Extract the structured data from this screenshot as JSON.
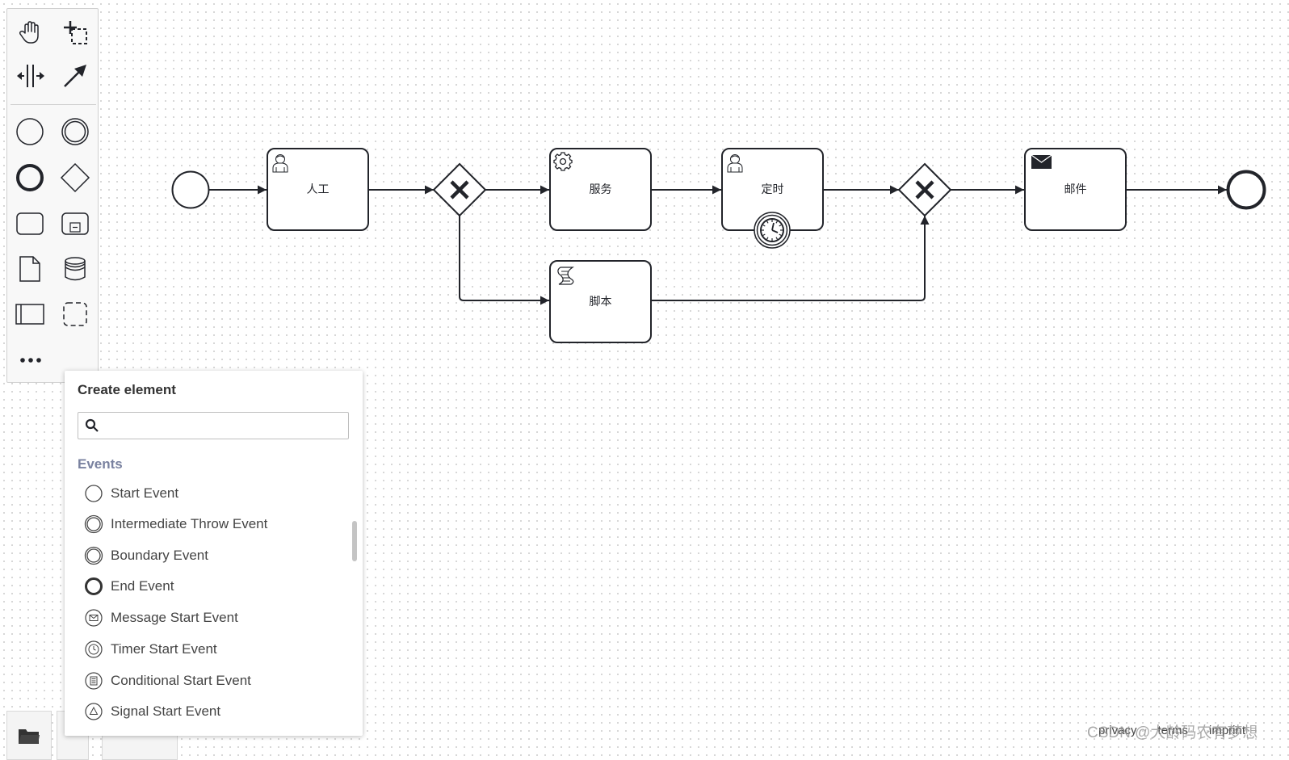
{
  "diagram": {
    "tasks": {
      "manual": "人工",
      "service": "服务",
      "timer": "定时",
      "mail": "邮件",
      "script": "脚本"
    }
  },
  "palette": {
    "tools": [
      "hand-tool-icon",
      "lasso-tool-icon",
      "space-tool-icon",
      "connect-tool-icon",
      "start-event-icon",
      "intermediate-event-icon",
      "end-event-icon",
      "gateway-icon",
      "task-icon",
      "subprocess-icon",
      "data-object-icon",
      "data-store-icon",
      "pool-icon",
      "group-icon",
      "more-icon"
    ]
  },
  "popup": {
    "title": "Create element",
    "search_placeholder": "",
    "group": "Events",
    "items": [
      {
        "label": "Start Event",
        "icon": "start-event-icon"
      },
      {
        "label": "Intermediate Throw Event",
        "icon": "intermediate-throw-event-icon"
      },
      {
        "label": "Boundary Event",
        "icon": "boundary-event-icon"
      },
      {
        "label": "End Event",
        "icon": "end-event-icon"
      },
      {
        "label": "Message Start Event",
        "icon": "message-start-event-icon"
      },
      {
        "label": "Timer Start Event",
        "icon": "timer-start-event-icon"
      },
      {
        "label": "Conditional Start Event",
        "icon": "conditional-start-event-icon"
      },
      {
        "label": "Signal Start Event",
        "icon": "signal-start-event-icon"
      }
    ]
  },
  "footer": {
    "privacy": "privacy",
    "terms": "terms",
    "imprint": "imprint",
    "watermark": "CSDN @大龄码农有梦想"
  }
}
